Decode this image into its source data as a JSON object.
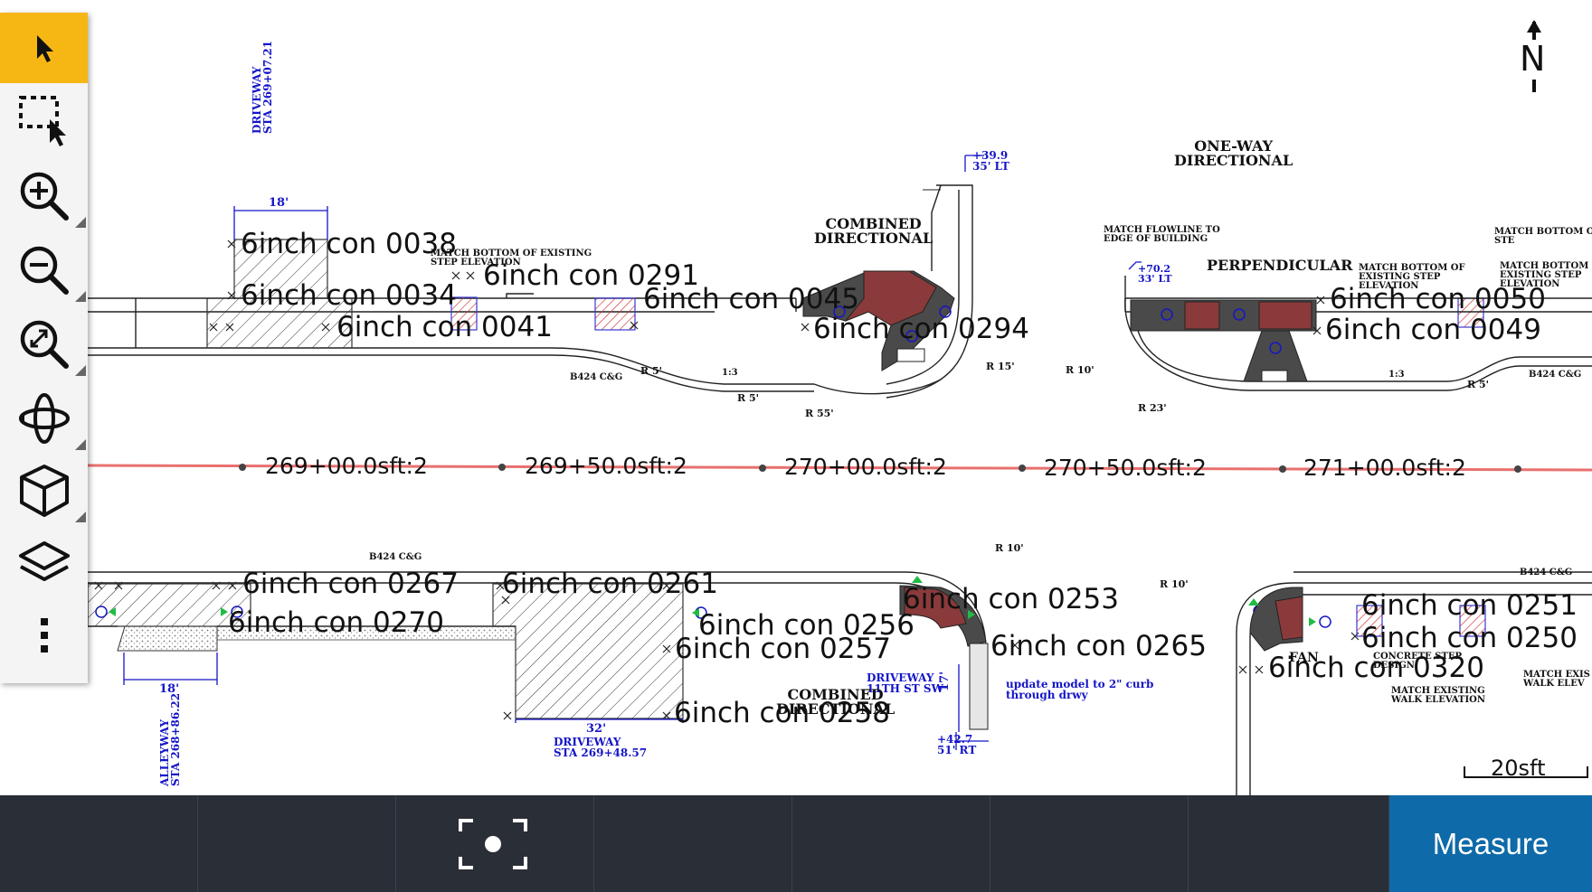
{
  "toolbar": {
    "tools": [
      {
        "icon": "select-arrow-icon",
        "active": true
      },
      {
        "icon": "box-select-icon",
        "active": false
      },
      {
        "icon": "zoom-in-icon",
        "active": false
      },
      {
        "icon": "zoom-out-icon",
        "active": false
      },
      {
        "icon": "zoom-extents-icon",
        "active": false
      },
      {
        "icon": "orbit-icon",
        "active": false
      },
      {
        "icon": "3d-view-cube-icon",
        "active": false
      },
      {
        "icon": "layers-icon",
        "active": false
      },
      {
        "icon": "more-vertical-icon",
        "active": false
      }
    ]
  },
  "north_indicator": "N",
  "scale_bar": "20sft",
  "stations": [
    "269+00.0sft:2",
    "269+50.0sft:2",
    "270+00.0sft:2",
    "270+50.0sft:2",
    "271+00.0sft:2"
  ],
  "point_labels": {
    "l0038": "6inch con 0038",
    "l0291": "6inch con 0291",
    "l0034": "6inch con 0034",
    "l0045": "6inch con 0045",
    "l0041": "6inch con 0041",
    "l0294": "6inch con 0294",
    "l0050": "6inch con 0050",
    "l0049": "6inch con 0049",
    "l0267": "6inch con 0267",
    "l0261": "6inch con 0261",
    "l0253": "6inch con 0253",
    "l0270": "6inch con 0270",
    "l0256": "6inch con 0256",
    "l0257": "6inch con 0257",
    "l0265": "6inch con 0265",
    "l0251": "6inch con 0251",
    "l0250": "6inch con 0250",
    "l0320": "6inch con 0320",
    "l0258": "6inch con 0258"
  },
  "cad_text": {
    "combined_directional": "COMBINED\nDIRECTIONAL",
    "combined_directional_2": "COMBINED\nDIRECTIONAL",
    "one_way": "ONE-WAY\nDIRECTIONAL",
    "perpendicular": "PERPENDICULAR",
    "driveway_top": "DRIVEWAY\nSTA 269+07.21",
    "dim_18_top": "18'",
    "match_bottom": "MATCH BOTTOM OF EXISTING\nSTEP ELEVATION",
    "match_flowline": "MATCH FLOWLINE TO\nEDGE OF BUILDING",
    "match_bottom_2": "MATCH BOTTOM OF\nEXISTING STEP\nELEVATION",
    "match_bottom_3": "MATCH BOTTOM OF\nEXISTING STEP\nELEVATION",
    "match_bottom_right": "MATCH BOTTOM O\nSTE",
    "offset_top": "+39.9\n35' LT",
    "offset_mid": "+70.2\n33' LT",
    "b424_top": "B424 C&G",
    "b424_right": "B424 C&G",
    "b424_bottom": "B424 C&G",
    "b424_bottom_right": "B424 C&G",
    "alley": "ALLEYWAY\nSTA 268+86.22",
    "dim_18_bottom": "18'",
    "dim_32": "32'",
    "driveway_bottom": "DRIVEWAY\nSTA 269+48.57",
    "driveway_11th": "DRIVEWAY\n11TH ST SW",
    "dim_17": "17'",
    "offset_bottom": "+42.7\n51' RT",
    "update_note": "update model to 2\" curb\nthrough drwy",
    "fan": "FAN",
    "concrete_step": "CONCRETE STEP\nDESIGN",
    "match_existing": "MATCH EXISTING\nWALK ELEVATION",
    "match_exis_right": "MATCH EXIS\nWALK ELEV",
    "r55": "R 55'",
    "r5a": "R 5'",
    "r5b": "R 5'",
    "r15": "R 15'",
    "r10a": "R 10'",
    "r23": "R 23'",
    "r5c": "R 5'",
    "r10b": "R 10'",
    "r10c": "R 10'",
    "ratio_a": "1:3",
    "ratio_b": "1:3"
  },
  "bottom_bar": {
    "capture_icon": "capture-screenshot-icon",
    "measure_label": "Measure"
  },
  "colors": {
    "accent_yellow": "#f6b715",
    "measure_blue": "#0e6aa8",
    "bottom_bar": "#2a2e36",
    "station_line": "#e8706e",
    "cad_blue": "#1515c8",
    "hatch_red": "#d43a3a",
    "fill_dark": "#4a4a4a"
  }
}
